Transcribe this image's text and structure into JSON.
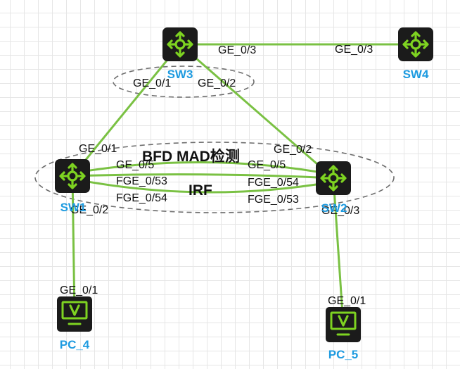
{
  "colors": {
    "link": "#7ac143",
    "device_body": "#1b1b1b",
    "device_icon": "#7ed321",
    "device_label": "#1e9be0",
    "group_border": "#6e6e6e"
  },
  "devices": {
    "sw3": {
      "label": "SW3",
      "icon": "switch-icon"
    },
    "sw4": {
      "label": "SW4",
      "icon": "switch-icon"
    },
    "sw1": {
      "label": "SW1",
      "icon": "switch-icon"
    },
    "sw2": {
      "label": "SW2",
      "icon": "switch-icon"
    },
    "pc4": {
      "label": "PC_4",
      "icon": "pc-icon"
    },
    "pc5": {
      "label": "PC_5",
      "icon": "pc-icon"
    }
  },
  "groups": {
    "upper": {
      "label": ""
    },
    "irf": {
      "top_label": "BFD MAD检测",
      "bottom_label": "IRF"
    }
  },
  "ports": {
    "sw3_to_sw4": "GE_0/3",
    "sw4_to_sw3": "GE_0/3",
    "sw3_to_sw1": "GE_0/1",
    "sw3_to_sw2": "GE_0/2",
    "sw1_to_sw3": "GE_0/1",
    "sw2_to_sw3": "GE_0/2",
    "sw1_bfd": "GE_0/5",
    "sw2_bfd": "GE_0/5",
    "sw1_irf_a": "FGE_0/53",
    "sw1_irf_b": "FGE_0/54",
    "sw2_irf_a": "FGE_0/54",
    "sw2_irf_b": "FGE_0/53",
    "sw1_to_pc4": "GE_0/2",
    "sw2_to_pc5": "GE_0/3",
    "pc4_to_sw1": "GE_0/1",
    "pc5_to_sw2": "GE_0/1"
  }
}
